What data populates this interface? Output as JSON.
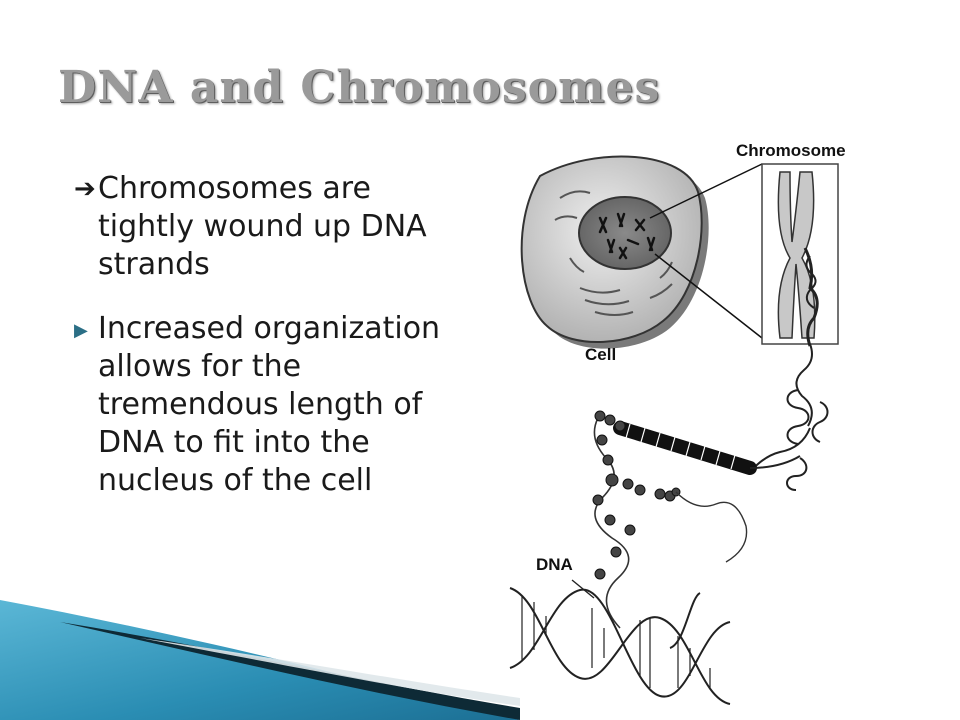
{
  "slide": {
    "title": "DNA and Chromosomes",
    "bullets": [
      {
        "marker": "arrow",
        "text": "Chromosomes are tightly wound up DNA strands"
      },
      {
        "marker": "triangle",
        "text": "Increased organization allows for the tremendous length of DNA to fit into the nucleus of the cell"
      }
    ]
  },
  "illustration": {
    "labels": {
      "chromosome": "Chromosome",
      "cell": "Cell",
      "dna": "DNA"
    }
  },
  "colors": {
    "title": "#9a9a9a",
    "accent_blue": "#2b8fb2",
    "text": "#1a1a1a"
  }
}
